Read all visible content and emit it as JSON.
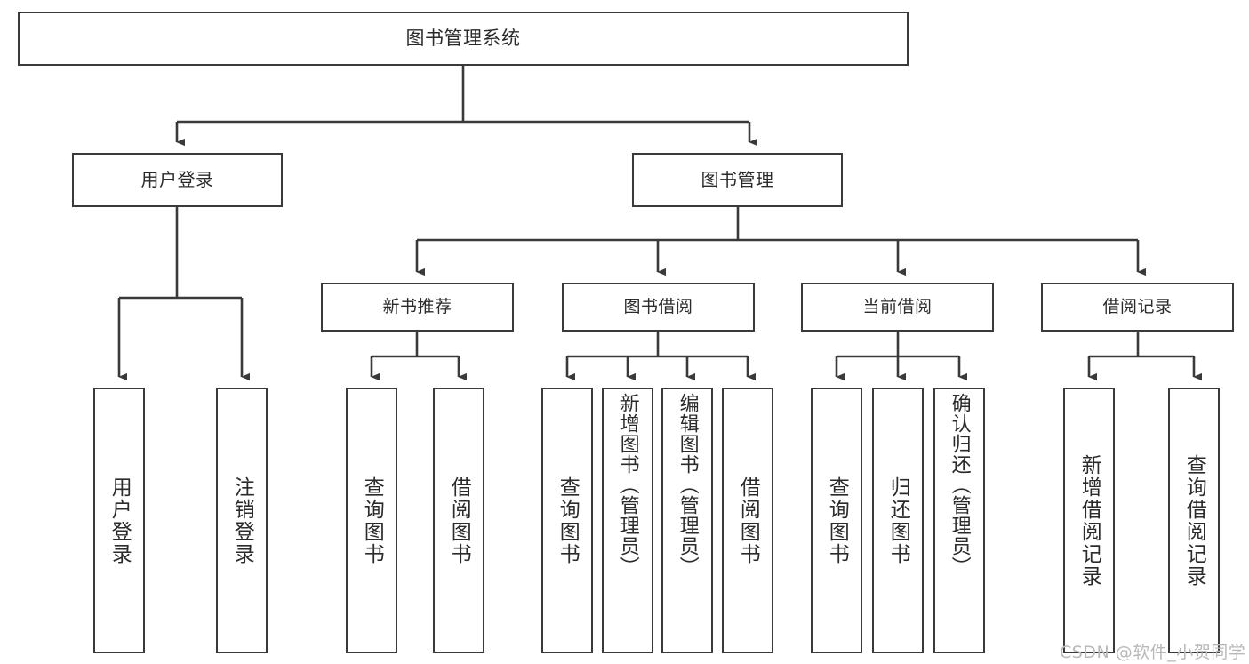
{
  "diagram": {
    "title": "图书管理系统",
    "type": "tree-hierarchy",
    "watermark": "CSDN @软件_小贺同学",
    "colors": {
      "box_border": "#3a3a3a",
      "box_fill": "#ffffff",
      "edge": "#3a3a3a",
      "text": "#2b2b2b",
      "watermark": "#b9b9b9",
      "background": "#ffffff"
    },
    "root": {
      "label": "图书管理系统"
    },
    "level1": [
      {
        "label": "用户登录"
      },
      {
        "label": "图书管理"
      }
    ],
    "level2": [
      {
        "label": "新书推荐"
      },
      {
        "label": "图书借阅"
      },
      {
        "label": "当前借阅"
      },
      {
        "label": "借阅记录"
      }
    ],
    "leaves": {
      "user_login": [
        {
          "label": "用户登录"
        },
        {
          "label": "注销登录"
        }
      ],
      "new_book": [
        {
          "label": "查询图书"
        },
        {
          "label": "借阅图书"
        }
      ],
      "book_borrow": [
        {
          "label": "查询图书"
        },
        {
          "label": "新增图书（管理员）"
        },
        {
          "label": "编辑图书（管理员）"
        },
        {
          "label": "借阅图书"
        }
      ],
      "current_borrow": [
        {
          "label": "查询图书"
        },
        {
          "label": "归还图书"
        },
        {
          "label": "确认归还（管理员）"
        }
      ],
      "borrow_record": [
        {
          "label": "新增借阅记录"
        },
        {
          "label": "查询借阅记录"
        }
      ]
    }
  }
}
